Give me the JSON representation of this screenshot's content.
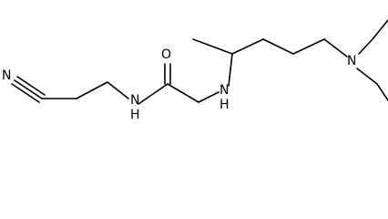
{
  "molecule": {
    "atoms": {
      "nitrile_n": "N",
      "amide_n": "N",
      "amide_h": "H",
      "carbonyl_o": "O",
      "amine_n": "N",
      "amine_h": "H",
      "tertiary_n": "N"
    },
    "colors": {
      "bond": "#000000",
      "label": "#000000",
      "background": "#ffffff"
    }
  }
}
